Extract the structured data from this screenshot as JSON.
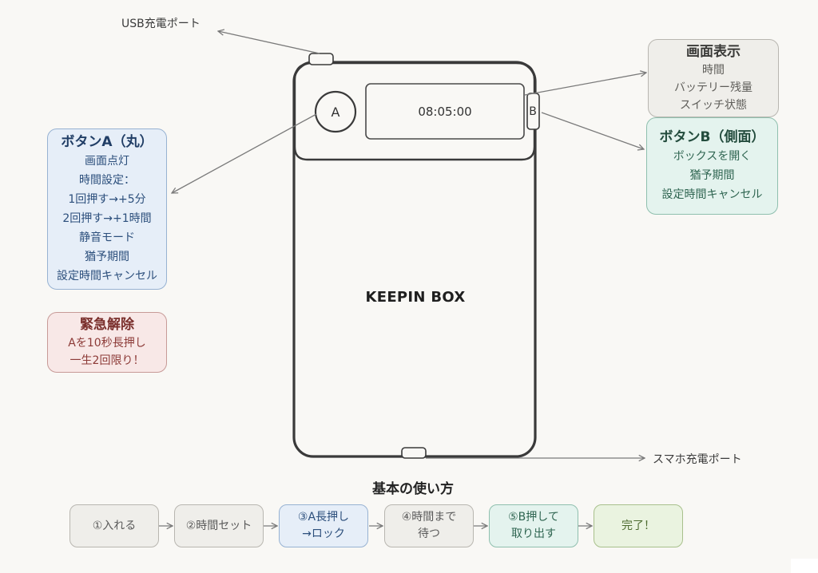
{
  "device": {
    "name": "KEEPIN BOX",
    "display_time": "08:05:00",
    "button_a_label": "A",
    "button_b_label": "B"
  },
  "callouts": {
    "usb_port": "USB充電ポート",
    "phone_port": "スマホ充電ポート"
  },
  "info_boxes": {
    "button_a": {
      "title": "ボタンA（丸）",
      "lines": [
        "画面点灯",
        "時間設定：",
        "1回押す→+5分",
        "2回押す→+1時間",
        "静音モード",
        "猶予期間",
        "設定時間キャンセル"
      ]
    },
    "emergency": {
      "title": "緊急解除",
      "lines": [
        "Aを10秒長押し",
        "一生2回限り！"
      ]
    },
    "screen": {
      "title": "画面表示",
      "lines": [
        "時間",
        "バッテリー残量",
        "スイッチ状態"
      ]
    },
    "button_b": {
      "title": "ボタンB（側面）",
      "lines": [
        "ボックスを開く",
        "猶予期間",
        "設定時間キャンセル"
      ]
    }
  },
  "howto": {
    "title": "基本の使い方",
    "steps": [
      {
        "line1": "①入れる",
        "line2": ""
      },
      {
        "line1": "②時間セット",
        "line2": ""
      },
      {
        "line1": "③A長押し",
        "line2": "→ロック"
      },
      {
        "line1": "④時間まで",
        "line2": "待つ"
      },
      {
        "line1": "⑤B押して",
        "line2": "取り出す"
      },
      {
        "line1": "完了！",
        "line2": ""
      }
    ]
  },
  "colors": {
    "background": "#f9f8f5",
    "outline": "#3a3a3a",
    "arrow": "#7a7a7a",
    "blue_box": "#e6eef8",
    "red_box": "#f8e8e7",
    "gray_box": "#efeeea",
    "teal_box": "#e4f3ee",
    "green_box": "#eaf3e0"
  }
}
